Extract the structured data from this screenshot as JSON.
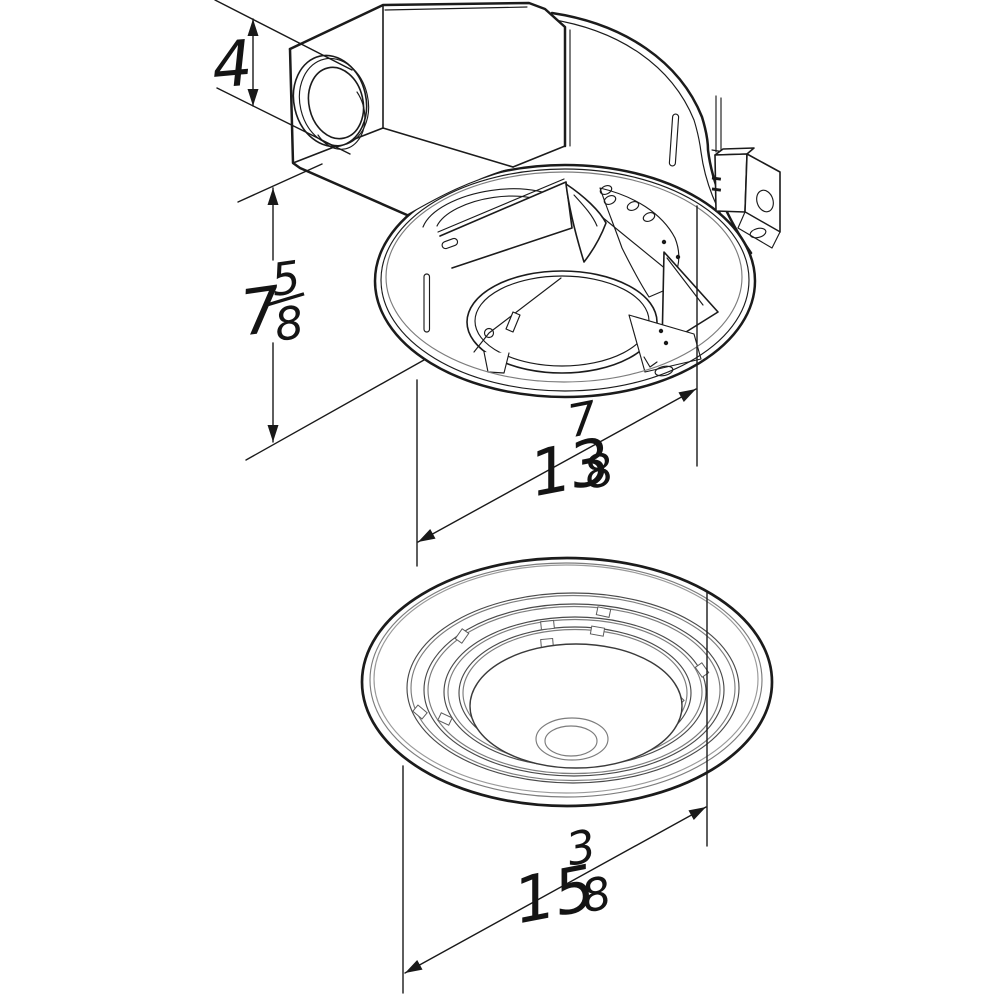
{
  "drawing": {
    "kind": "technical-dimension-drawing",
    "subject": "ceiling-exhaust-fan-with-light",
    "views": {
      "top": "fan-housing-isometric-bottom-view",
      "bottom": "round-grille-lens-isometric-view"
    }
  },
  "colors": {
    "background": "#ffffff",
    "line": "#1b1b1b",
    "detail_line": "#7c7c7c",
    "dimension_text": "#141414"
  },
  "dimensions": {
    "duct_diameter": {
      "text": "4",
      "whole": "4"
    },
    "housing_height": {
      "text": "7 5/8",
      "whole": "7",
      "numerator": "5",
      "denominator": "8"
    },
    "housing_diameter": {
      "text": "13 7/8",
      "whole": "13",
      "numerator": "7",
      "denominator": "8"
    },
    "grille_diameter": {
      "text": "15 3/8",
      "whole": "15",
      "numerator": "3",
      "denominator": "8"
    }
  },
  "parts": {
    "duct_collar": "4-inch-duct-connector",
    "duct_housing_box": "duct-outlet-box",
    "fan_drum": "cylindrical-fan-housing",
    "mounting_flange": "housing-bottom-flange",
    "junction_box": "electrical-junction-box",
    "grille": "round-grille-with-lens"
  }
}
